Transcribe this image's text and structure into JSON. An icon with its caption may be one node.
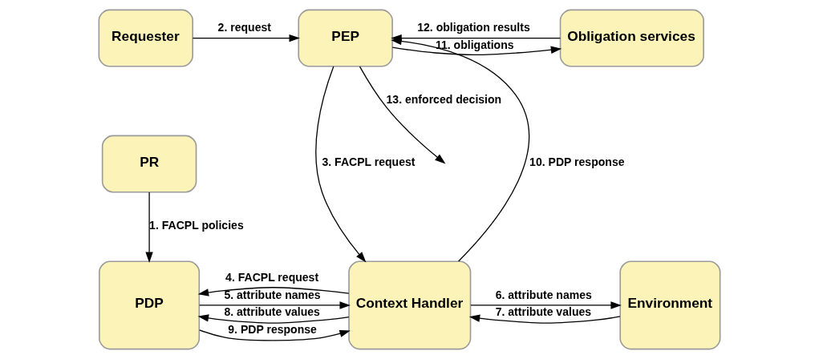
{
  "diagram": {
    "nodes": [
      {
        "text": [
          "Requester"
        ]
      },
      {
        "text": [
          "PEP"
        ]
      },
      {
        "text": [
          "Obligation services"
        ]
      },
      {
        "text": [
          "PR"
        ]
      },
      {
        "text": [
          "PDP"
        ]
      },
      {
        "text": [
          "Context Handler"
        ]
      },
      {
        "text": [
          "Environment"
        ]
      }
    ],
    "edges": [
      {
        "from": 3,
        "to": 4,
        "arrow": "to",
        "label": "1. FACPL policies"
      },
      {
        "from": 0,
        "to": 1,
        "arrow": "to",
        "label": "2. request"
      },
      {
        "from": 1,
        "to": 5,
        "arrow": "to",
        "label": "3. FACPL request"
      },
      {
        "from": 5,
        "to": 4,
        "arrow": "to",
        "label": "4. FACPL request"
      },
      {
        "from": 4,
        "to": 5,
        "arrow": "to",
        "label": "5. attribute names"
      },
      {
        "from": 5,
        "to": 6,
        "arrow": "to",
        "label": "6. attribute names"
      },
      {
        "from": 6,
        "to": 5,
        "arrow": "to",
        "label": "7. attribute values"
      },
      {
        "from": 5,
        "to": 4,
        "arrow": "to",
        "label": "8. attribute values"
      },
      {
        "from": 4,
        "to": 5,
        "arrow": "to",
        "label": "9. PDP response"
      },
      {
        "from": 5,
        "to": 1,
        "arrow": "to",
        "label": "10. PDP response"
      },
      {
        "from": 1,
        "to": 2,
        "arrow": "to",
        "label": "11. obligations"
      },
      {
        "from": 2,
        "to": 1,
        "arrow": "to",
        "label": "12. obligation results"
      },
      {
        "from": 1,
        "to": null,
        "arrow": "to",
        "label": "13. enforced decision"
      }
    ]
  }
}
